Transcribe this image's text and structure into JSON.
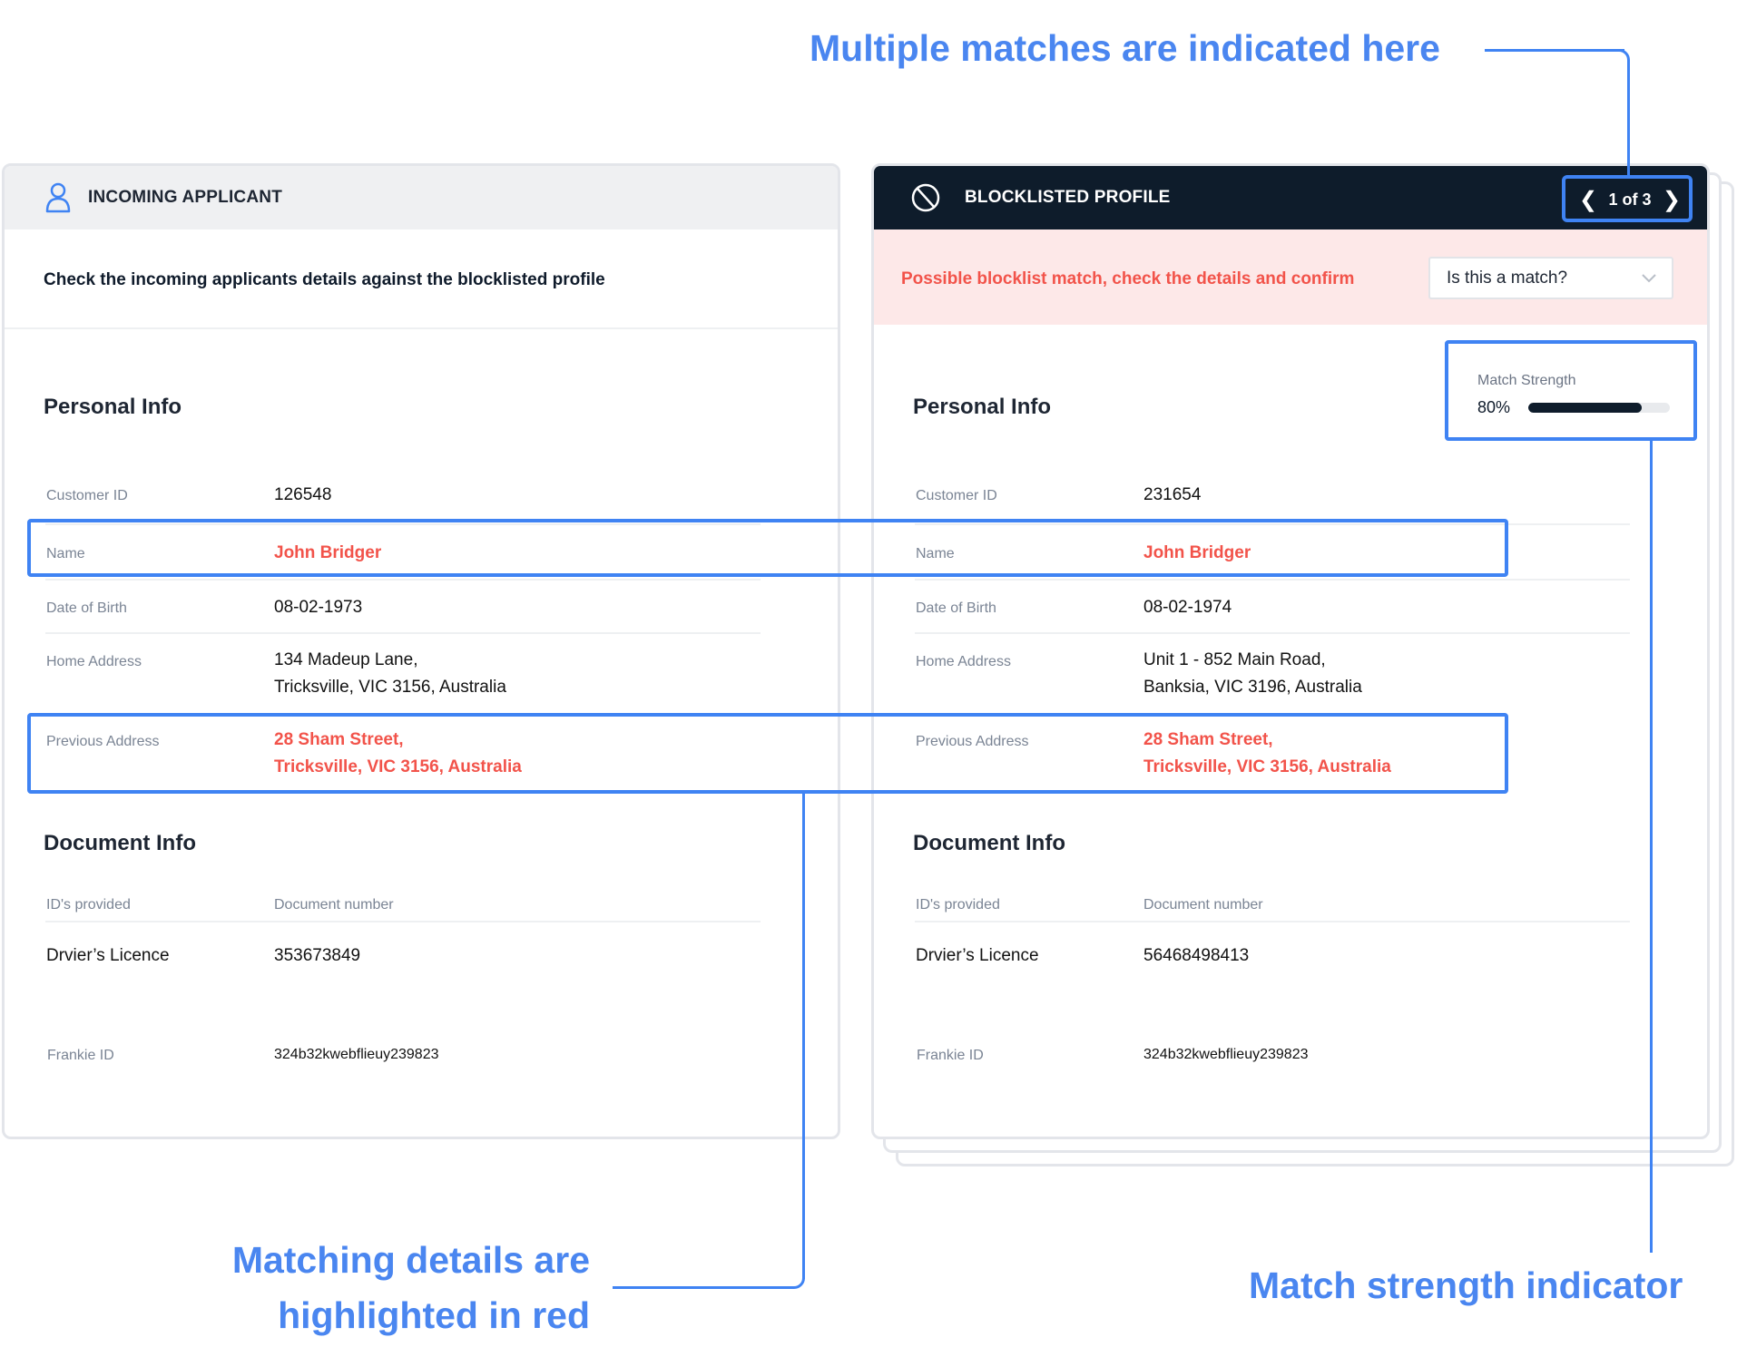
{
  "annotations": {
    "multiple_matches": "Multiple matches are indicated here",
    "matching_details_1": "Matching details are",
    "matching_details_2": "highlighted in red",
    "match_strength": "Match strength indicator"
  },
  "colors": {
    "accent": "#3f83f3",
    "match_red": "#f2534a",
    "dark_header": "#0e1c2b",
    "banner_bg": "#fde8e8"
  },
  "left": {
    "header_title": "INCOMING APPLICANT",
    "header_icon": "user-icon",
    "subtitle": "Check the incoming applicants details against the blocklisted profile",
    "personal_title": "Personal Info",
    "rows": [
      {
        "label": "Customer ID",
        "value": "126548"
      },
      {
        "label": "Name",
        "value": "John Bridger"
      },
      {
        "label": "Date of Birth",
        "value": "08-02-1973"
      },
      {
        "label": "Home Address",
        "value1": "134 Madeup Lane,",
        "value2": "Tricksville, VIC 3156, Australia"
      },
      {
        "label": "Previous Address",
        "value1": "28 Sham Street,",
        "value2": "Tricksville, VIC 3156, Australia"
      }
    ],
    "document_title": "Document Info",
    "doc_col1": "ID's provided",
    "doc_col2": "Document number",
    "doc_type": "Drvier’s Licence",
    "doc_number": "353673849",
    "frankie_label": "Frankie ID",
    "frankie_id": "324b32kwebflieuy239823"
  },
  "right": {
    "header_title": "BLOCKLISTED PROFILE",
    "header_icon": "blocked-icon",
    "pager": "1 of 3",
    "banner": "Possible blocklist match, check the details and confirm",
    "dropdown": "Is this a match?",
    "match_strength_label": "Match Strength",
    "match_strength_value": "80%",
    "match_strength_percent": 80,
    "personal_title": "Personal Info",
    "rows": [
      {
        "label": "Customer ID",
        "value": "231654"
      },
      {
        "label": "Name",
        "value": "John Bridger"
      },
      {
        "label": "Date of Birth",
        "value": "08-02-1974"
      },
      {
        "label": "Home Address",
        "value1": "Unit 1 - 852 Main Road,",
        "value2": "Banksia, VIC 3196, Australia"
      },
      {
        "label": "Previous Address",
        "value1": "28 Sham Street,",
        "value2": "Tricksville, VIC 3156, Australia"
      }
    ],
    "document_title": "Document Info",
    "doc_col1": "ID's provided",
    "doc_col2": "Document number",
    "doc_type": "Drvier’s Licence",
    "doc_number": "56468498413",
    "frankie_label": "Frankie ID",
    "frankie_id": "324b32kwebflieuy239823"
  }
}
